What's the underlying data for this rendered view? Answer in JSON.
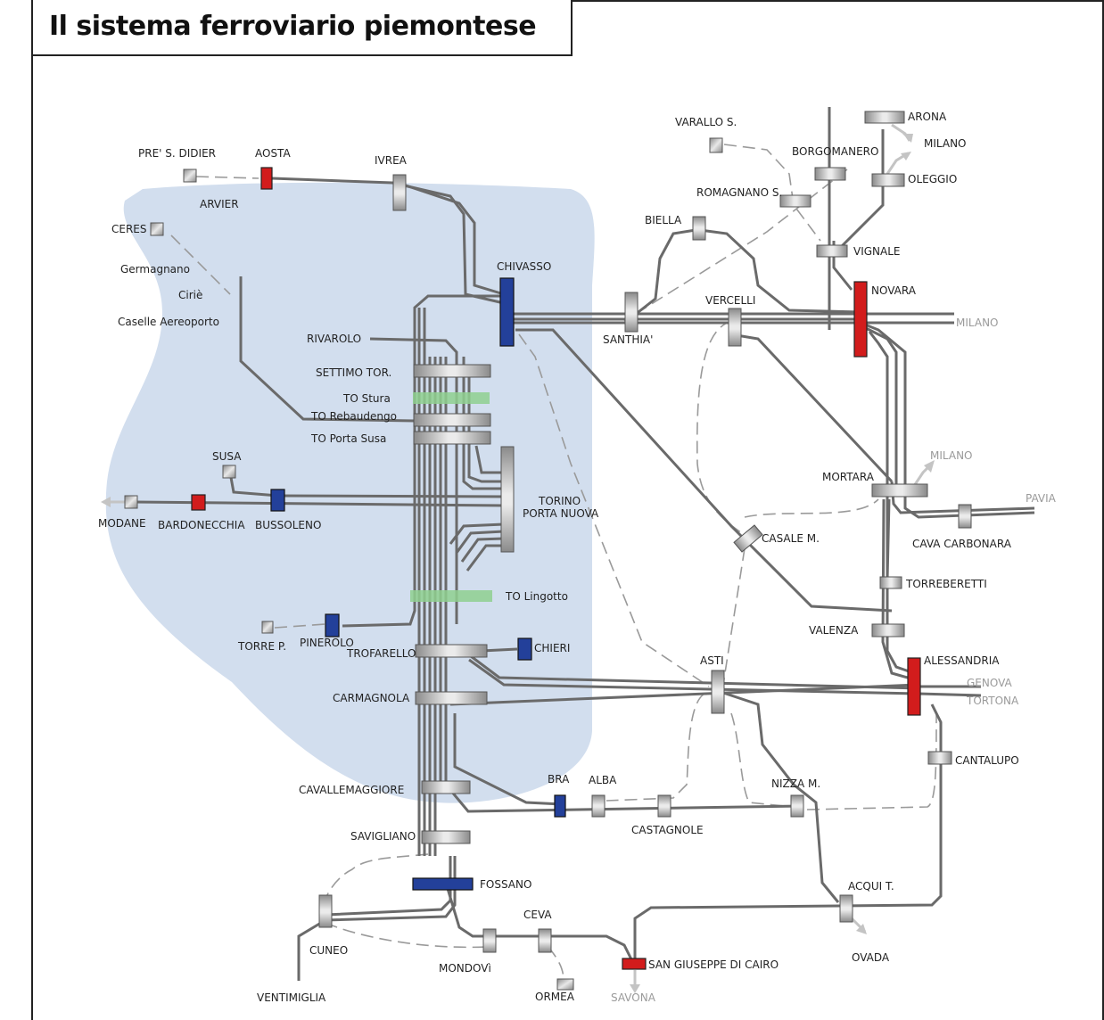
{
  "title": "Il sistema ferroviario piemontese",
  "colors": {
    "line": "#6a6a6a",
    "dashed": "#9a9a9a",
    "metro_area": "#d2deee",
    "station_gray": "#a0a0a0",
    "station_red": "#d21c1c",
    "station_blue": "#23409a",
    "station_green": "#8fd08f",
    "arrow": "#c4c4c4"
  },
  "labels": {
    "pre_s_didier": "PRE' S. DIDIER",
    "aosta": "AOSTA",
    "arvier": "ARVIER",
    "ivrea": "IVREA",
    "ceres": "CERES",
    "germagnano": "Germagnano",
    "cirie": "Ciriè",
    "caselle": "Caselle Aereoporto",
    "chivasso": "CHIVASSO",
    "rivarolo": "RIVAROLO",
    "settimo": "SETTIMO TOR.",
    "to_stura": "TO Stura",
    "to_rebaudengo": "TO Rebaudengo",
    "to_porta_susa": "TO Porta Susa",
    "susa": "SUSA",
    "modane": "MODANE",
    "bardonecchia": "BARDONECCHIA",
    "bussoleno": "BUSSOLENO",
    "torino_pn_1": "TORINO",
    "torino_pn_2": "PORTA NUOVA",
    "to_lingotto": "TO Lingotto",
    "torre_p": "TORRE P.",
    "pinerolo": "PINEROLO",
    "trofarello": "TROFARELLO",
    "chieri": "CHIERI",
    "carmagnola": "CARMAGNOLA",
    "cavallermaggiore": "CAVALLEMAGGIORE",
    "savigliano": "SAVIGLIANO",
    "fossano": "FOSSANO",
    "cuneo": "CUNEO",
    "ventimiglia": "VENTIMIGLIA",
    "mondovi": "MONDOVì",
    "ceva": "CEVA",
    "ormea": "ORMEA",
    "savona": "SAVONA",
    "san_giuseppe": "SAN GIUSEPPE DI CAIRO",
    "bra": "BRA",
    "alba": "ALBA",
    "castagnole": "CASTAGNOLE",
    "asti": "ASTI",
    "nizza": "NIZZA M.",
    "acqui": "ACQUI T.",
    "ovada": "OVADA",
    "cantalupo": "CANTALUPO",
    "alessandria": "ALESSANDRIA",
    "genova": "GENOVA",
    "tortona": "TORTONA",
    "valenza": "VALENZA",
    "torreberetti": "TORREBERETTI",
    "cava_carbonara": "CAVA CARBONARA",
    "pavia": "PAVIA",
    "mortara": "MORTARA",
    "milano_mortara": "MILANO",
    "casale": "CASALE M.",
    "vercelli": "VERCELLI",
    "santhia": "SANTHIA'",
    "biella": "BIELLA",
    "novara": "NOVARA",
    "milano_novara": "MILANO",
    "vignale": "VIGNALE",
    "romagnano": "ROMAGNANO S.",
    "varallo": "VARALLO S.",
    "borgomanero": "BORGOMANERO",
    "arona": "ARONA",
    "milano_arona": "MILANO",
    "oleggio": "OLEGGIO"
  }
}
